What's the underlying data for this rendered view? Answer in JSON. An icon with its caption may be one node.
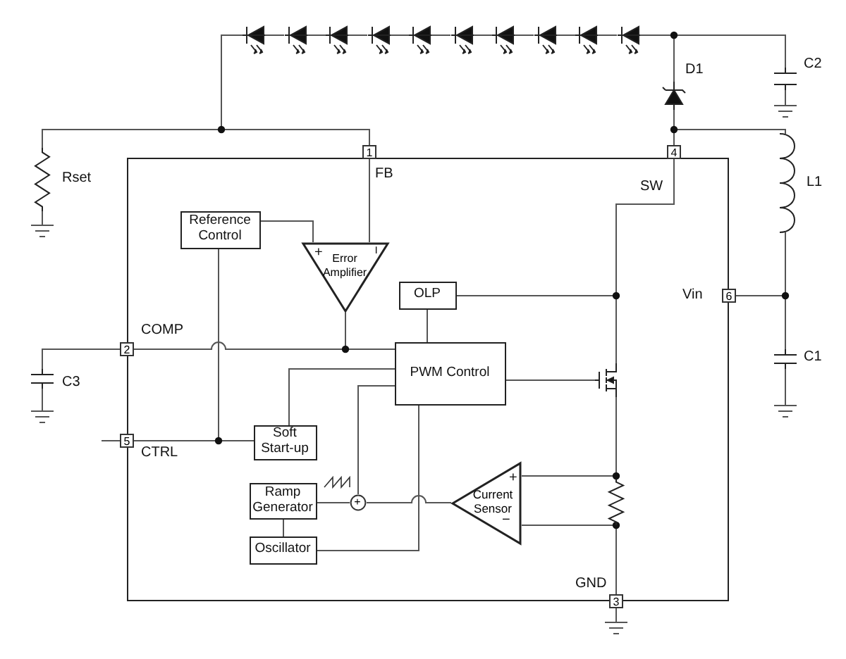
{
  "diagram": {
    "nodes": [
      {
        "text": [],
        "shape": "box"
      },
      {
        "text": [
          "1"
        ],
        "beside": [
          "FB"
        ]
      },
      {
        "text": [
          "4"
        ],
        "beside": [
          "SW"
        ]
      },
      {
        "text": [
          "6"
        ],
        "beside": [
          "Vin"
        ]
      },
      {
        "text": [
          "2"
        ],
        "beside": [
          "COMP"
        ]
      },
      {
        "text": [
          "5"
        ],
        "beside": [
          "CTRL"
        ]
      },
      {
        "text": [
          "3"
        ],
        "beside": [
          "GND"
        ]
      },
      {
        "text": [
          "Reference Control"
        ],
        "in": 0
      },
      {
        "text": [
          "Error Amplifier"
        ],
        "in": 0
      },
      {
        "text": [
          "OLP"
        ],
        "in": 0
      },
      {
        "text": [
          "PWM Control"
        ],
        "in": 0
      },
      {
        "text": [
          "Soft Start-up"
        ],
        "in": 0
      },
      {
        "text": [
          "Ramp Generator"
        ],
        "in": 0
      },
      {
        "text": [
          "Oscillator"
        ],
        "in": 0
      },
      {
        "text": [
          "Current Sensor"
        ],
        "in": 0
      },
      {
        "text": [
          "+"
        ],
        "in": 0
      },
      {
        "text": [],
        "shape": "transistor",
        "in": 0
      },
      {
        "text": [],
        "shape": "resistor",
        "in": 0
      },
      {
        "text": [],
        "shape": "resistor",
        "beside": [
          "Rset"
        ]
      },
      {
        "text": [],
        "shape": "led"
      },
      {
        "text": [],
        "shape": "led"
      },
      {
        "text": [],
        "shape": "led"
      },
      {
        "text": [],
        "shape": "led"
      },
      {
        "text": [],
        "shape": "led"
      },
      {
        "text": [],
        "shape": "led"
      },
      {
        "text": [],
        "shape": "led"
      },
      {
        "text": [],
        "shape": "led"
      },
      {
        "text": [],
        "shape": "led"
      },
      {
        "text": [],
        "shape": "led"
      },
      {
        "text": [],
        "shape": "diode",
        "beside": [
          "D1"
        ]
      },
      {
        "text": [],
        "shape": "capacitor",
        "beside": [
          "C2"
        ]
      },
      {
        "text": [],
        "shape": "inductor",
        "beside": [
          "L1"
        ]
      },
      {
        "text": [],
        "shape": "capacitor",
        "beside": [
          "C1"
        ]
      },
      {
        "text": [],
        "shape": "capacitor",
        "beside": [
          "C3"
        ]
      }
    ],
    "edges": [
      {
        "from": 1,
        "to": 18,
        "arrow": "none"
      },
      {
        "from": 1,
        "to": 19,
        "arrow": "none"
      },
      {
        "from": 19,
        "to": 20,
        "arrow": "none"
      },
      {
        "from": 20,
        "to": 21,
        "arrow": "none"
      },
      {
        "from": 21,
        "to": 22,
        "arrow": "none"
      },
      {
        "from": 22,
        "to": 23,
        "arrow": "none"
      },
      {
        "from": 23,
        "to": 24,
        "arrow": "none"
      },
      {
        "from": 24,
        "to": 25,
        "arrow": "none"
      },
      {
        "from": 25,
        "to": 26,
        "arrow": "none"
      },
      {
        "from": 26,
        "to": 27,
        "arrow": "none"
      },
      {
        "from": 27,
        "to": 28,
        "arrow": "none"
      },
      {
        "from": 28,
        "to": 29,
        "arrow": "none"
      },
      {
        "from": 28,
        "to": 30,
        "arrow": "none"
      },
      {
        "from": 29,
        "to": 2,
        "arrow": "none"
      },
      {
        "from": 2,
        "to": 31,
        "arrow": "none"
      },
      {
        "from": 31,
        "to": 3,
        "arrow": "none"
      },
      {
        "from": 3,
        "to": 32,
        "arrow": "none"
      },
      {
        "from": 1,
        "to": 8,
        "arrow": "none"
      },
      {
        "from": 7,
        "to": 8,
        "arrow": "none"
      },
      {
        "from": 8,
        "to": 10,
        "arrow": "none"
      },
      {
        "from": 4,
        "to": 8,
        "arrow": "none"
      },
      {
        "from": 4,
        "to": 33,
        "arrow": "none"
      },
      {
        "from": 7,
        "to": 11,
        "arrow": "none"
      },
      {
        "from": 5,
        "to": 11,
        "arrow": "none"
      },
      {
        "from": 11,
        "to": 10,
        "arrow": "none"
      },
      {
        "from": 9,
        "to": 10,
        "arrow": "none"
      },
      {
        "from": 9,
        "to": 16,
        "arrow": "none"
      },
      {
        "from": 2,
        "to": 16,
        "arrow": "none"
      },
      {
        "from": 10,
        "to": 16,
        "arrow": "none"
      },
      {
        "from": 16,
        "to": 17,
        "arrow": "none"
      },
      {
        "from": 17,
        "to": 6,
        "arrow": "none"
      },
      {
        "from": 16,
        "to": 14,
        "arrow": "none"
      },
      {
        "from": 17,
        "to": 14,
        "arrow": "none"
      },
      {
        "from": 14,
        "to": 15,
        "arrow": "none"
      },
      {
        "from": 12,
        "to": 15,
        "arrow": "none"
      },
      {
        "from": 13,
        "to": 12,
        "arrow": "none"
      },
      {
        "from": 13,
        "to": 10,
        "arrow": "none"
      },
      {
        "from": 15,
        "to": 10,
        "arrow": "none"
      }
    ],
    "labels": [
      "+",
      "−",
      "+",
      "−"
    ]
  }
}
